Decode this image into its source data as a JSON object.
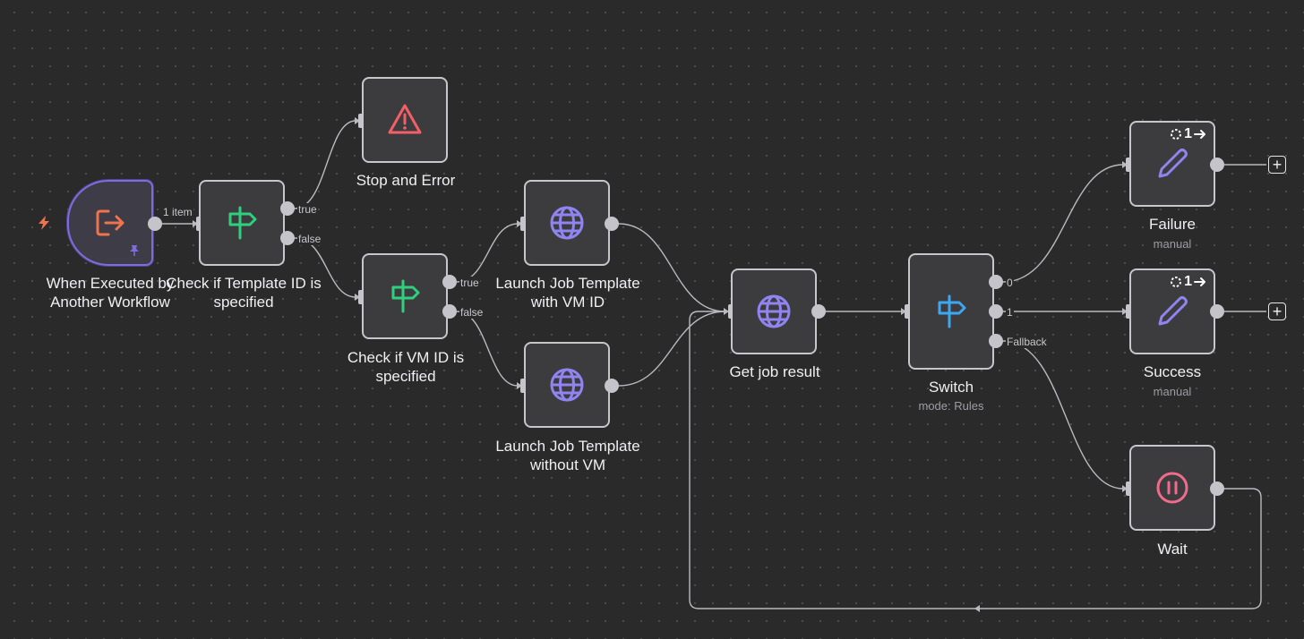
{
  "nodes": {
    "trigger": {
      "title_line1": "When Executed by",
      "title_line2": "Another Workflow",
      "icon": "sign-out-icon",
      "pinned_icon": "pin-icon",
      "color": "#f0734e"
    },
    "check_template": {
      "title_line1": "Check if Template ID is",
      "title_line2": "specified",
      "icon": "signpost-icon",
      "color": "#2fcf7d"
    },
    "stop_error": {
      "title": "Stop and Error",
      "icon": "warning-icon",
      "color": "#f25f67"
    },
    "check_vm": {
      "title_line1": "Check if VM ID is",
      "title_line2": "specified",
      "icon": "signpost-icon",
      "color": "#2fcf7d"
    },
    "launch_with_vm": {
      "title_line1": "Launch Job Template",
      "title_line2": "with VM ID",
      "icon": "globe-icon",
      "color": "#8f84f0"
    },
    "launch_without_vm": {
      "title_line1": "Launch Job Template",
      "title_line2": "without VM",
      "icon": "globe-icon",
      "color": "#8f84f0"
    },
    "get_job_result": {
      "title": "Get job result",
      "icon": "globe-icon",
      "color": "#8f84f0"
    },
    "switch": {
      "title": "Switch",
      "subtitle": "mode: Rules",
      "icon": "signpost-icon",
      "color": "#3fa6f0"
    },
    "failure": {
      "title": "Failure",
      "subtitle": "manual",
      "icon": "pencil-icon",
      "badge": "1",
      "color": "#8f84f0"
    },
    "success": {
      "title": "Success",
      "subtitle": "manual",
      "icon": "pencil-icon",
      "badge": "1",
      "color": "#8f84f0"
    },
    "wait": {
      "title": "Wait",
      "icon": "pause-icon",
      "color": "#f06b8c"
    }
  },
  "edge_labels": {
    "items": "1 item",
    "template_true": "true",
    "template_false": "false",
    "vm_true": "true",
    "vm_false": "false",
    "switch_0": "0",
    "switch_1": "1",
    "switch_fallback": "Fallback"
  },
  "add_buttons": {
    "symbol": "+"
  },
  "colors": {
    "canvas": "#2a2a2b",
    "node_bg": "#3c3c3f",
    "node_border": "#c6c6cc",
    "trigger_border": "#7f6cd9",
    "trigger_bolt": "#f0734e"
  }
}
